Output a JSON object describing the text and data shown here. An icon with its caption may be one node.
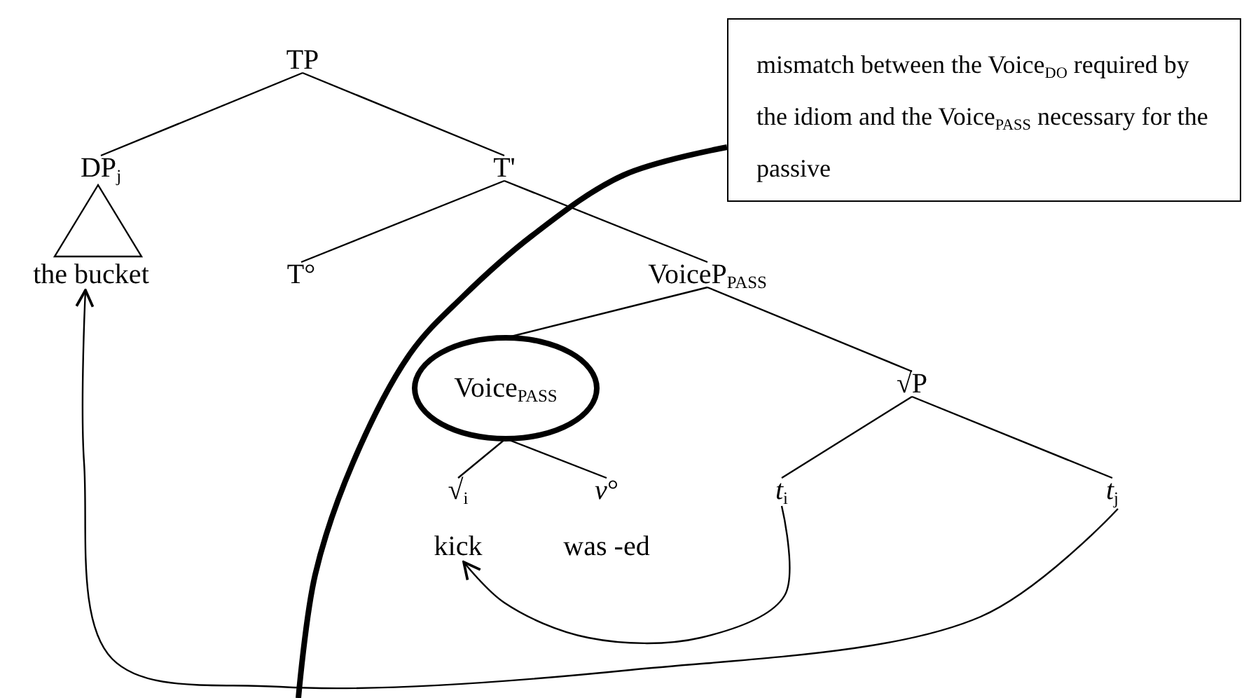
{
  "diagram": {
    "nodes": [
      {
        "text": [
          "TP"
        ]
      },
      {
        "text": [
          "DP$_{j}$"
        ]
      },
      {
        "text": [
          "T'"
        ]
      },
      {
        "text": [
          "the bucket"
        ]
      },
      {
        "text": [
          "T°"
        ]
      },
      {
        "text": [
          "VoiceP$_{PASS}$"
        ]
      },
      {
        "text": [
          "Voice$_{PASS}$"
        ]
      },
      {
        "text": [
          "√P"
        ]
      },
      {
        "text": [
          "√$_{i}$"
        ]
      },
      {
        "text": [
          "*v*°"
        ]
      },
      {
        "text": [
          "*t*$_{i}$"
        ]
      },
      {
        "text": [
          "*t*$_{j}$"
        ]
      },
      {
        "text": [
          "kick"
        ]
      },
      {
        "text": [
          "was -ed"
        ]
      },
      {
        "text": [
          "mismatch between the Voice$_{DO}$ required by the idiom and the Voice$_{PASS}$ necessary for the passive"
        ]
      }
    ],
    "edges": [
      {
        "from": 0,
        "to": 1,
        "arrow": "none"
      },
      {
        "from": 0,
        "to": 2,
        "arrow": "none"
      },
      {
        "from": 2,
        "to": 4,
        "arrow": "none"
      },
      {
        "from": 2,
        "to": 5,
        "arrow": "none"
      },
      {
        "from": 5,
        "to": 6,
        "arrow": "none"
      },
      {
        "from": 5,
        "to": 7,
        "arrow": "none"
      },
      {
        "from": 6,
        "to": 8,
        "arrow": "none"
      },
      {
        "from": 6,
        "to": 9,
        "arrow": "none"
      },
      {
        "from": 7,
        "to": 10,
        "arrow": "none"
      },
      {
        "from": 7,
        "to": 11,
        "arrow": "none"
      },
      {
        "from": 10,
        "to": 12,
        "arrow": "to"
      },
      {
        "from": 11,
        "to": 3,
        "arrow": "to"
      },
      {
        "from": 14,
        "to": null,
        "arrow": "none",
        "style": "thick"
      }
    ]
  }
}
